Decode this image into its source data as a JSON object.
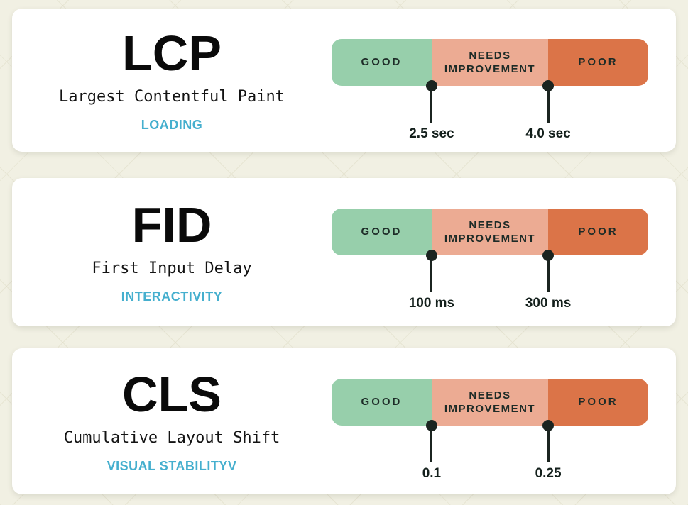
{
  "colors": {
    "page_background": "#f1f0e3",
    "card_background": "#ffffff",
    "accent_blue": "#45afce",
    "good_green": "#97cfab",
    "needs_improvement_salmon": "#ecab93",
    "poor_orange": "#db7448",
    "dark_text": "#1d2b27"
  },
  "scale": {
    "good": "GOOD",
    "needs_improvement": "NEEDS IMPROVEMENT",
    "poor": "POOR"
  },
  "cards": [
    {
      "abbr": "LCP",
      "full_name": "Largest Contentful Paint",
      "category": "LOADING",
      "threshold1": "2.5 sec",
      "threshold2": "4.0 sec"
    },
    {
      "abbr": "FID",
      "full_name": "First Input Delay",
      "category": "INTERACTIVITY",
      "threshold1": "100 ms",
      "threshold2": "300 ms"
    },
    {
      "abbr": "CLS",
      "full_name": "Cumulative Layout Shift",
      "category": "VISUAL STABILITYV",
      "threshold1": "0.1",
      "threshold2": "0.25"
    }
  ]
}
